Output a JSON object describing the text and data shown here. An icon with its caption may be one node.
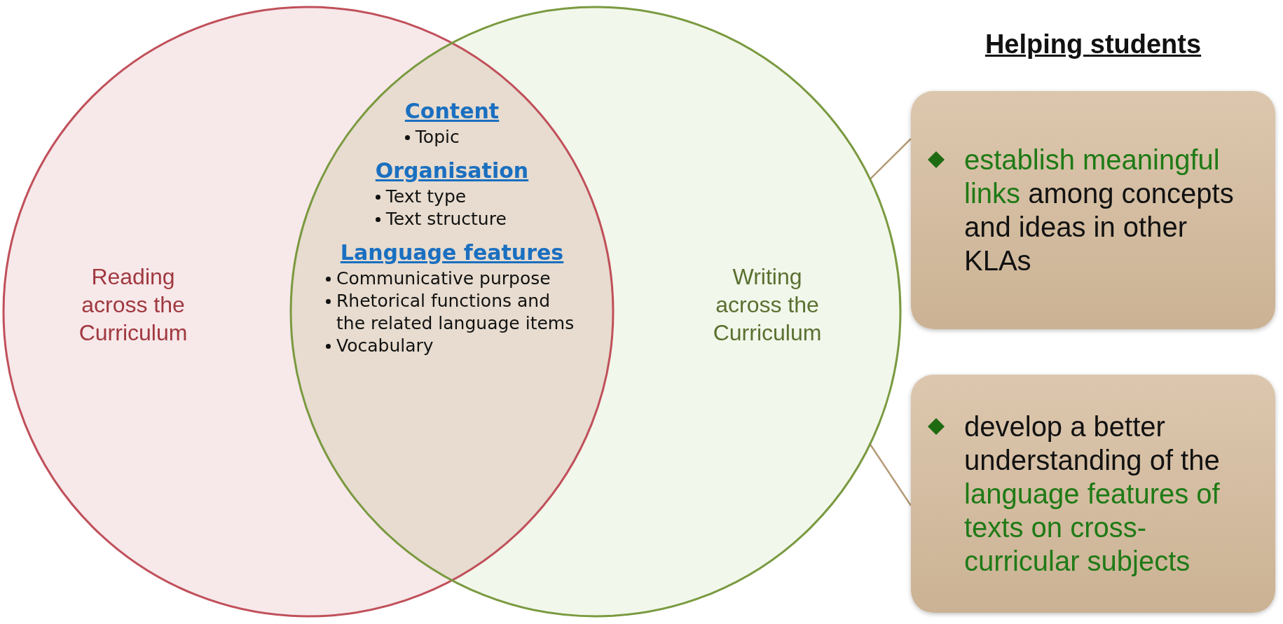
{
  "diagram": {
    "title": "Helping students",
    "nodes": [
      {
        "text": [
          "Reading across the Curriculum"
        ]
      },
      {
        "text": [
          "Writing across the Curriculum"
        ]
      },
      {
        "text": [
          "Content",
          "Topic",
          "Organisation",
          "Text type",
          "Text structure",
          "Language features",
          "Communicative purpose",
          "Rhetorical functions and the related language items",
          "Vocabulary"
        ]
      },
      {
        "text": [
          "establish meaningful links",
          "among concepts and ideas in other KLAs"
        ]
      },
      {
        "text": [
          "develop a better understanding of the",
          "language features of texts on cross-curricular subjects"
        ]
      }
    ],
    "edges": [
      {
        "from": 1,
        "to": 3,
        "arrow": "none"
      },
      {
        "from": 1,
        "to": 4,
        "arrow": "none"
      }
    ]
  }
}
